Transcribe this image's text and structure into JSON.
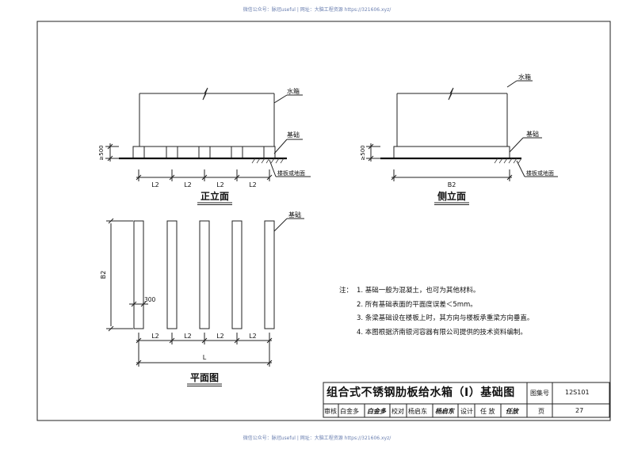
{
  "watermark": {
    "text": "微信公众号：脉冠useful | 网址：大脑工程资源 https://321606.xyz/"
  },
  "front_view": {
    "title": "正立面",
    "label_tank": "水箱",
    "label_foundation": "基础",
    "label_floor": "楼板或地面",
    "dim_height": "≥500",
    "dims": [
      "L2",
      "L2",
      "L2",
      "L2"
    ]
  },
  "side_view": {
    "title": "侧立面",
    "label_tank": "水箱",
    "label_foundation": "基础",
    "label_floor": "楼板或地面",
    "dim_height": "≥500",
    "dim_width": "B2"
  },
  "plan_view": {
    "title": "平面图",
    "label_foundation": "基础",
    "dim_b": "B2",
    "dim_strip": "300",
    "dims": [
      "L2",
      "L2",
      "L2",
      "L2"
    ],
    "dim_total": "L"
  },
  "notes": {
    "lead": "注：",
    "items": [
      "1. 基础一般为混凝土，也可为其他材料。",
      "2. 所有基础表面的平面度误差＜5mm。",
      "3. 条梁基础设在楼板上时，其方向与楼板承重梁方向垂直。",
      "4. 本图根据济南银河容器有限公司提供的技术资料编制。"
    ]
  },
  "title_block": {
    "title": "组合式不锈钢肋板给水箱（Ⅰ）基础图",
    "atlas_label": "图集号",
    "atlas_value": "12S101",
    "page_label": "页",
    "page_value": "27",
    "review_label": "审核",
    "review_name": "白金多",
    "review_sign": "白金多",
    "check_label": "校对",
    "check_name": "杨启东",
    "check_sign": "杨启东",
    "design_label": "设计",
    "design_name": "任 放",
    "design_sign": "任放"
  }
}
